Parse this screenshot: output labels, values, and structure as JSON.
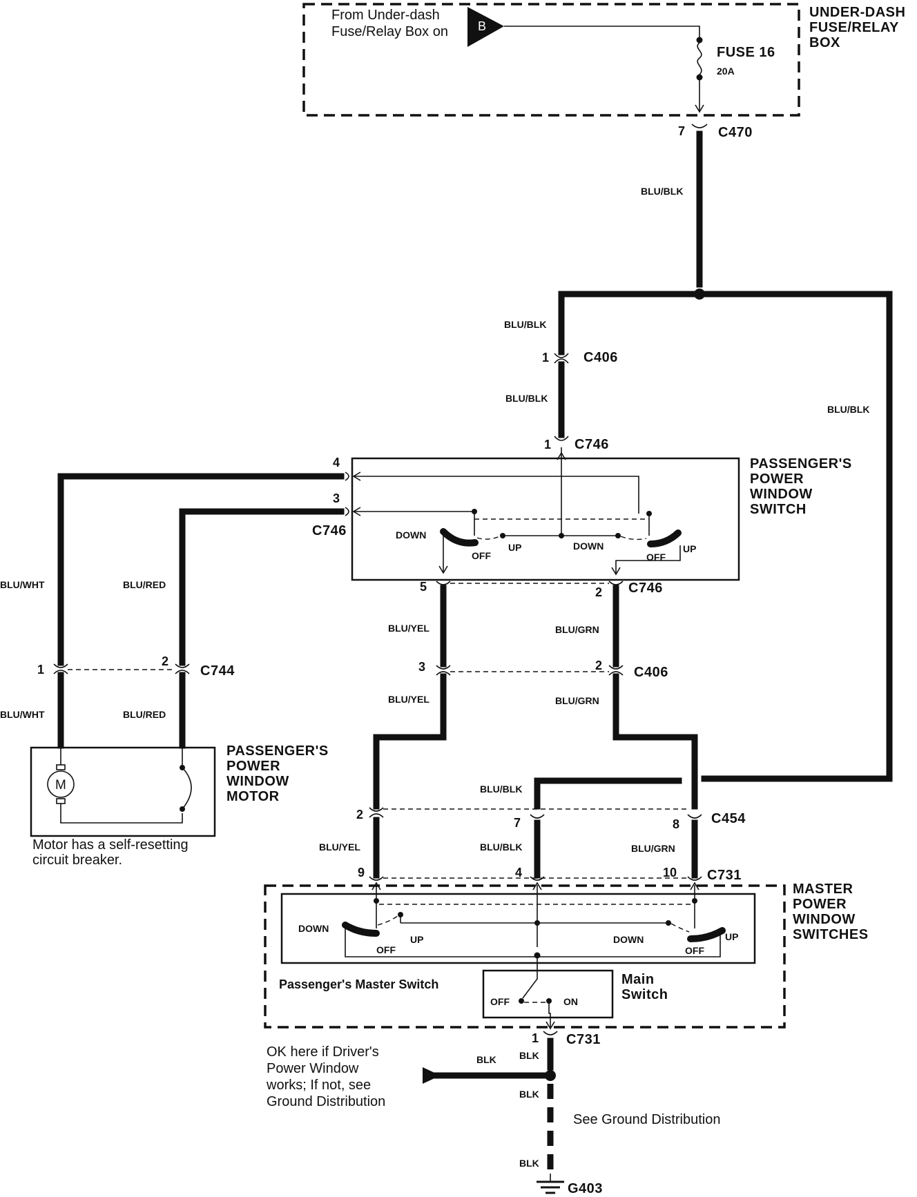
{
  "fuse_box": {
    "source_text_1": "From Under-dash",
    "source_text_2": "Fuse/Relay Box on",
    "terminal": "B",
    "fuse_name": "FUSE 16",
    "fuse_rating": "20A",
    "title_1": "UNDER-DASH",
    "title_2": "FUSE/RELAY",
    "title_3": "BOX"
  },
  "connectors": {
    "c470": "C470",
    "c406": "C406",
    "c746": "C746",
    "c744": "C744",
    "c454": "C454",
    "c731": "C731",
    "g403": "G403"
  },
  "pins": {
    "c470_7": "7",
    "c406_1": "1",
    "c746_1": "1",
    "c746_4": "4",
    "c746_3": "3",
    "c746_5": "5",
    "c746_2": "2",
    "c744_1": "1",
    "c744_2": "2",
    "c406_3": "3",
    "c406_2": "2",
    "c454_2": "2",
    "c454_7": "7",
    "c454_8": "8",
    "c731_9": "9",
    "c731_4": "4",
    "c731_10": "10",
    "c731_1": "1"
  },
  "wires": {
    "blu_blk": "BLU/BLK",
    "blu_wht": "BLU/WHT",
    "blu_red": "BLU/RED",
    "blu_yel": "BLU/YEL",
    "blu_grn": "BLU/GRN",
    "blk": "BLK"
  },
  "passenger_switch": {
    "title_1": "PASSENGER'S",
    "title_2": "POWER",
    "title_3": "WINDOW",
    "title_4": "SWITCH",
    "down": "DOWN",
    "off": "OFF",
    "up": "UP"
  },
  "motor": {
    "title_1": "PASSENGER'S",
    "title_2": "POWER",
    "title_3": "WINDOW",
    "title_4": "MOTOR",
    "symbol": "M",
    "note_1": "Motor has a self-resetting",
    "note_2": "circuit breaker."
  },
  "master": {
    "title_1": "MASTER",
    "title_2": "POWER",
    "title_3": "WINDOW",
    "title_4": "SWITCHES",
    "passenger_master": "Passenger's Master Switch",
    "main_1": "Main",
    "main_2": "Switch",
    "off": "OFF",
    "on": "ON"
  },
  "ground": {
    "ok_1": "OK here if Driver's",
    "ok_2": "Power Window",
    "ok_3": "works; If not, see",
    "ok_4": "Ground Distribution",
    "see": "See Ground Distribution"
  }
}
